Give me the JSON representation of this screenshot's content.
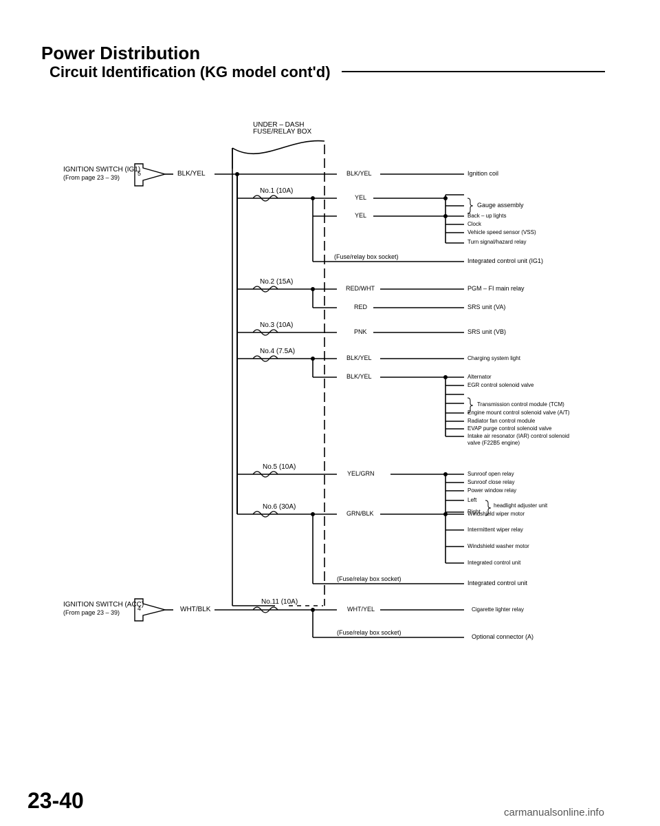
{
  "header": {
    "title": "Power Distribution",
    "subtitle": "Circuit Identification (KG model cont'd)"
  },
  "box": {
    "title_line1": "UNDER – DASH",
    "title_line2": "FUSE/RELAY BOX"
  },
  "sources": [
    {
      "line1": "IGNITION SWITCH (IG1)",
      "line2": "(From page 23 – 39)",
      "terminal": "5",
      "wire": "BLK/YEL"
    },
    {
      "line1": "IGNITION SWITCH (ACC)",
      "line2": "(From page 23 – 39)",
      "terminal": "4",
      "wire": "WHT/BLK"
    }
  ],
  "fuses": [
    "No.1 (10A)",
    "No.2 (15A)",
    "No.3 (10A)",
    "No.4 (7.5A)",
    "No.5 (10A)",
    "No.6 (30A)",
    "No.11 (10A)"
  ],
  "socket_label": "(Fuse/relay box socket)",
  "wires": {
    "w1": "BLK/YEL",
    "w2": "YEL",
    "w3": "YEL",
    "w4": "RED/WHT",
    "w5": "RED",
    "w6": "PNK",
    "w7": "BLK/YEL",
    "w8": "BLK/YEL",
    "w9": "YEL/GRN",
    "w10": "GRN/BLK",
    "w11": "WHT/YEL"
  },
  "dests": {
    "d1": "Ignition coil",
    "d2": "Gauge assembly",
    "d3": "Back – up lights",
    "d4": "Clock",
    "d5": "Vehicle speed sensor (VSS)",
    "d6": "Turn signal/hazard relay",
    "d7": "Integrated control unit (IG1)",
    "d8": "PGM – FI main relay",
    "d9": "SRS unit (VA)",
    "d10": "SRS unit (VB)",
    "d11": "Charging system light",
    "d12": "Alternator",
    "d13": "EGR control solenoid valve",
    "d14": "Transmission control module (TCM)",
    "d15": "Engine mount control solenoid valve (A/T)",
    "d16": "Radiator fan control module",
    "d17": "EVAP purge control solenoid valve",
    "d18": "Intake air resonator (IAR) control solenoid",
    "d19": "valve (F22B5 engine)",
    "d20": "Sunroof open relay",
    "d21": "Sunroof close relay",
    "d22": "Power window relay",
    "d23": "Left",
    "d24": "Right",
    "d25": "headlight adjuster unit",
    "d26": "Windshield wiper motor",
    "d27": "Intermittent wiper relay",
    "d28": "Windshield washer motor",
    "d29": "Integrated control unit",
    "d30": "Integrated control unit",
    "d31": "Cigarette lighter relay",
    "d32": "Optional connector (A)"
  },
  "page_number": "23-40",
  "footer": "carmanualsonline.info"
}
